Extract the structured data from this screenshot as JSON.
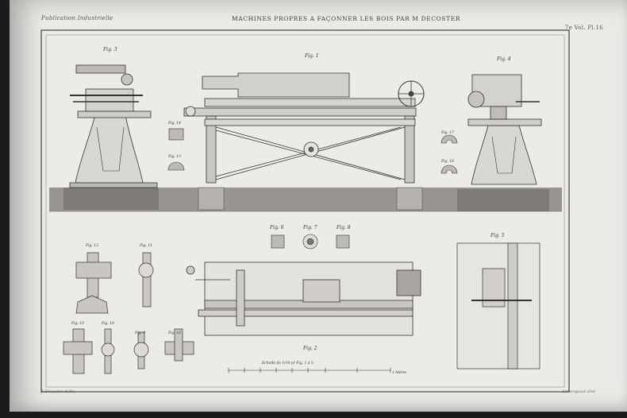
{
  "header": {
    "publication": "Publication Industrielle",
    "title": "MACHINES PROPRES A FAÇONNER LES BOIS PAR M DECOSTER",
    "volume_plate": "7e Vol. Pl.16"
  },
  "figures": {
    "fig1": "Fig. 1",
    "fig2": "Fig. 2",
    "fig3": "Fig. 3",
    "fig4": "Fig. 4",
    "fig5": "Fig. 5",
    "fig6": "Fig. 6",
    "fig7": "Fig. 7",
    "fig8": "Fig. 8",
    "fig9": "Fig. 9",
    "fig10": "Fig. 10",
    "fig11": "Fig. 11",
    "fig12": "Fig. 12",
    "fig13": "Fig. 13",
    "fig14": "Fig. 14",
    "fig15": "Fig. 15",
    "fig16": "Fig. 16",
    "fig17": "Fig. 17"
  },
  "scale_label": "Echelle de 1/10 pr Fig. 1 à 5",
  "scale_end": "1 Mètre",
  "footer": {
    "left": "J. Decoster delin.",
    "right": "Armengaud aîné"
  }
}
